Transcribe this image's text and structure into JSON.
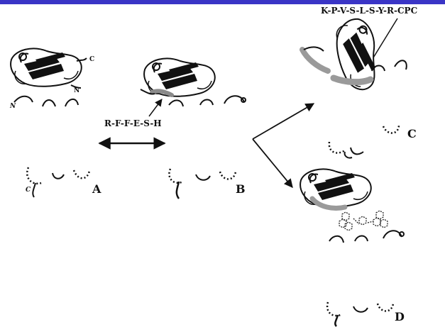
{
  "colors": {
    "bar": "#3a35c6",
    "ink": "#111111",
    "highlight": "#9a9a9a"
  },
  "panels": [
    {
      "id": "A",
      "label": "A",
      "n_term": "N",
      "c_term": "C"
    },
    {
      "id": "B",
      "label": "B"
    },
    {
      "id": "C",
      "label": "C"
    },
    {
      "id": "D",
      "label": "D"
    }
  ],
  "ligand_A": {
    "n_label": "N",
    "c_label": "C"
  },
  "sequences": {
    "rffesh": "R-F-F-E-S-H",
    "kpvslsyr": "K-P-V-S-L-S-Y-R-CPC"
  },
  "icons": [
    "double-arrow-icon",
    "branch-arrow-icon",
    "small-molecule-icon"
  ]
}
